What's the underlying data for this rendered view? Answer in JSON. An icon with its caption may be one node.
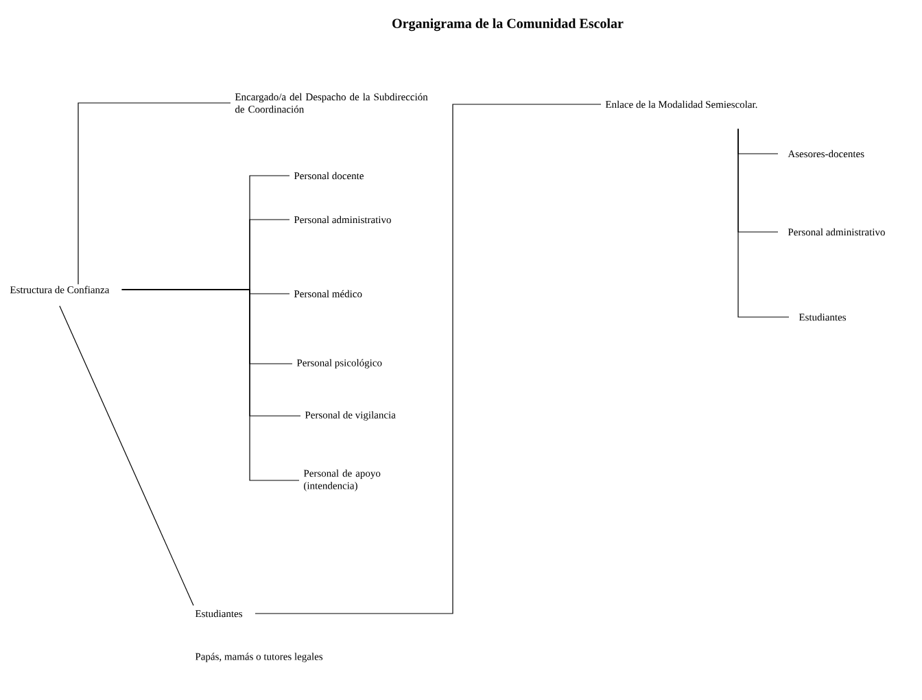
{
  "diagram": {
    "title": "Organigrama de la Comunidad Escolar",
    "nodes": [
      {
        "text": [
          "Encargado/a del Despacho de la Subdirección de Coordinación"
        ]
      },
      {
        "text": [
          "Enlace de la Modalidad Semiescolar."
        ]
      },
      {
        "text": [
          "Estructura de Confianza"
        ]
      },
      {
        "text": [
          "Personal docente"
        ]
      },
      {
        "text": [
          "Personal administrativo"
        ]
      },
      {
        "text": [
          "Personal médico"
        ]
      },
      {
        "text": [
          "Personal psicológico"
        ]
      },
      {
        "text": [
          "Personal de vigilancia"
        ]
      },
      {
        "text": [
          "Personal de apoyo (intendencia)"
        ]
      },
      {
        "text": [
          "Asesores-docentes"
        ]
      },
      {
        "text": [
          "Personal administrativo"
        ]
      },
      {
        "text": [
          "Estudiantes"
        ]
      },
      {
        "text": [
          "Estudiantes"
        ]
      }
    ],
    "edges": [
      {
        "from": 2,
        "to": 0,
        "arrow": "none"
      },
      {
        "from": 2,
        "to": 3,
        "arrow": "none"
      },
      {
        "from": 2,
        "to": 4,
        "arrow": "none"
      },
      {
        "from": 2,
        "to": 5,
        "arrow": "none"
      },
      {
        "from": 2,
        "to": 6,
        "arrow": "none"
      },
      {
        "from": 2,
        "to": 7,
        "arrow": "none"
      },
      {
        "from": 2,
        "to": 8,
        "arrow": "none"
      },
      {
        "from": 2,
        "to": 12,
        "arrow": "none"
      },
      {
        "from": 12,
        "to": 1,
        "arrow": "none"
      },
      {
        "from": 1,
        "to": 9,
        "arrow": "none"
      },
      {
        "from": 1,
        "to": 10,
        "arrow": "none"
      },
      {
        "from": 1,
        "to": 11,
        "arrow": "none"
      }
    ],
    "labels": [
      "Papás, mamás o tutores legales"
    ]
  }
}
